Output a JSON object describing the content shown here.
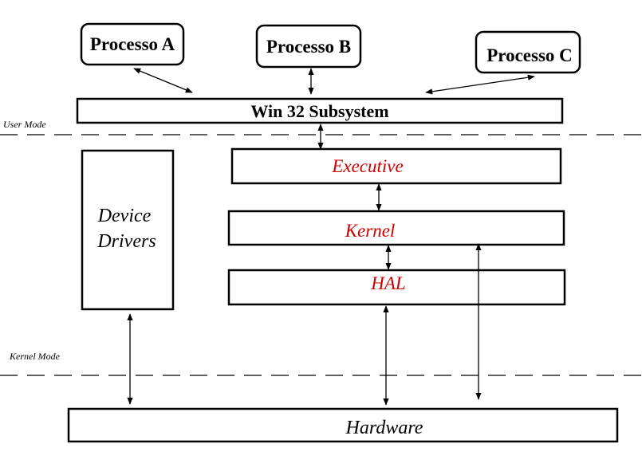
{
  "processes": [
    {
      "label": "Processo A"
    },
    {
      "label": "Processo B"
    },
    {
      "label": "Processo C"
    }
  ],
  "subsystem": {
    "label": "Win 32 Subsystem"
  },
  "modes": {
    "user": "User Mode",
    "kernel": "Kernel Mode"
  },
  "device_drivers": {
    "line1": "Device",
    "line2": "Drivers"
  },
  "layers": {
    "executive": "Executive",
    "kernel": "Kernel",
    "hal": "HAL"
  },
  "hardware": {
    "label": "Hardware"
  },
  "colors": {
    "layer_text": "#cc0000",
    "lines": "#000000"
  }
}
